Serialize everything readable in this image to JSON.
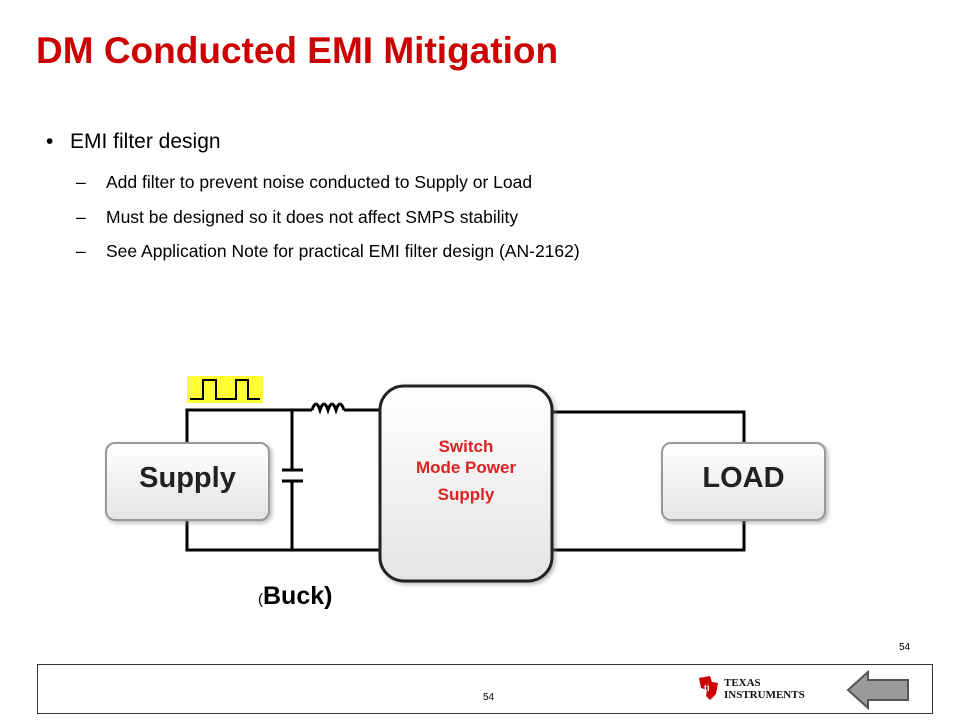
{
  "slide": {
    "title": "DM Conducted EMI Mitigation",
    "bullet_main": "EMI filter design",
    "bullet_dot": "•",
    "sub_dash": "–",
    "sub_bullets": [
      "Add filter to prevent noise conducted to Supply or Load",
      "Must be designed so it does not affect SMPS stability",
      "See Application Note for practical EMI filter design (AN-2162)"
    ]
  },
  "diagram": {
    "supply_label": "Supply",
    "load_label": "LOAD",
    "smps_line1": "Switch",
    "smps_line2": "Mode Power",
    "smps_line3": "Supply",
    "buck_open": "(",
    "buck_text": "Buck",
    "buck_close": ")",
    "smps_color": "#dd2222",
    "pulse_bg": "#ffff33"
  },
  "footer": {
    "page_number_top": "54",
    "page_number_bottom": "54",
    "logo_line1": "TEXAS",
    "logo_line2": "INSTRUMENTS",
    "logo_color": "#cc0000",
    "back_button_icon": "back-arrow-icon",
    "back_button_color": "#9a9a9a"
  }
}
